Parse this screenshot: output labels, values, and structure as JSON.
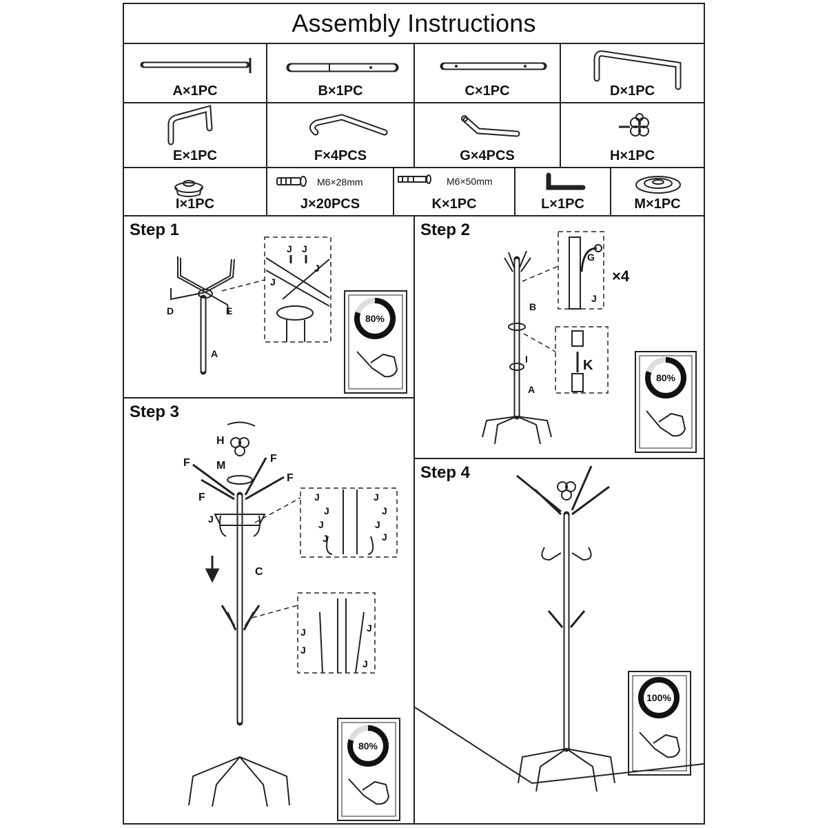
{
  "title": "Assembly Instructions",
  "parts": [
    {
      "id": "A",
      "label": "A×1PC"
    },
    {
      "id": "B",
      "label": "B×1PC"
    },
    {
      "id": "C",
      "label": "C×1PC"
    },
    {
      "id": "D",
      "label": "D×1PC"
    },
    {
      "id": "E",
      "label": "E×1PC"
    },
    {
      "id": "F",
      "label": "F×4PCS"
    },
    {
      "id": "G",
      "label": "G×4PCS"
    },
    {
      "id": "H",
      "label": "H×1PC"
    },
    {
      "id": "I",
      "label": "I×1PC"
    },
    {
      "id": "J",
      "label": "J×20PCS",
      "size": "M6×28mm"
    },
    {
      "id": "K",
      "label": "K×1PC",
      "size": "M6×50mm"
    },
    {
      "id": "L",
      "label": "L×1PC"
    },
    {
      "id": "M",
      "label": "M×1PC"
    }
  ],
  "steps": [
    {
      "title": "Step 1",
      "progress": "80%",
      "callouts": [
        "D",
        "E",
        "A",
        "J",
        "J",
        "J",
        "J"
      ]
    },
    {
      "title": "Step 2",
      "progress": "80%",
      "multiplier": "×4",
      "callouts": [
        "G",
        "J",
        "B",
        "I",
        "A",
        "K"
      ]
    },
    {
      "title": "Step 3",
      "progress": "80%",
      "callouts": [
        "H",
        "M",
        "F",
        "F",
        "F",
        "F",
        "J",
        "C",
        "J"
      ]
    },
    {
      "title": "Step 4",
      "progress": "100%"
    }
  ]
}
